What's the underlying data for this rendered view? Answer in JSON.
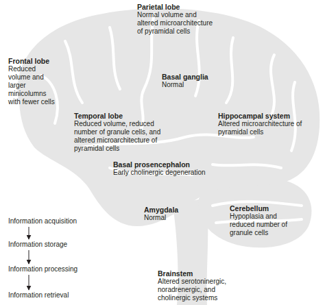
{
  "diagram": {
    "nodes": [
      {
        "text": [
          "Information acquisition"
        ]
      },
      {
        "text": [
          "Information storage"
        ]
      },
      {
        "text": [
          "Information processing"
        ]
      },
      {
        "text": [
          "Information retrieval"
        ]
      }
    ],
    "edges": [
      {
        "from": 0,
        "to": 1,
        "arrow": "to"
      },
      {
        "from": 1,
        "to": 2,
        "arrow": "to"
      },
      {
        "from": 2,
        "to": 3,
        "arrow": "to"
      }
    ],
    "labels": [
      "Parietal lobe",
      "Normal volume and altered microarchitecture of pyramidal cells",
      "Frontal lobe",
      "Reduced volume and larger minicolumns with fewer cells",
      "Basal ganglia",
      "Normal",
      "Temporal lobe",
      "Reduced volume, reduced number of granule cells, and altered microarchitecture of pyramidal cells",
      "Hippocampal system",
      "Altered microarchitecture of pyramidal cells",
      "Basal prosencephalon",
      "Early cholinergic degeneration",
      "Amygdala",
      "Normal",
      "Cerebellum",
      "Hypoplasia and reduced number of granule cells",
      "Brainstem",
      "Altered serotoninergic, noradrenergic, and cholinergic systems"
    ]
  }
}
